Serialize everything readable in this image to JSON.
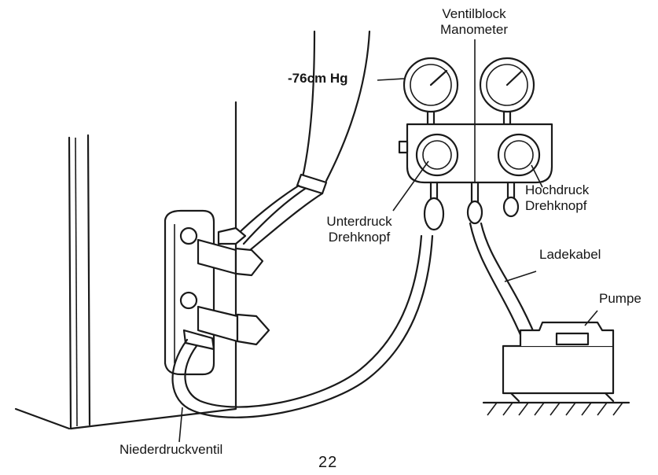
{
  "labels": {
    "manifold_line1": "Ventilblock",
    "manifold_line2": "Manometer",
    "gauge_reading": "-76cm Hg",
    "high_knob_line1": "Hochdruck",
    "high_knob_line2": "Drehknopf",
    "low_knob_line1": "Unterdruck",
    "low_knob_line2": "Drehknopf",
    "charge_hose": "Ladekabel",
    "pump": "Pumpe",
    "low_valve": "Niederdruckventil"
  },
  "page_number": "22"
}
